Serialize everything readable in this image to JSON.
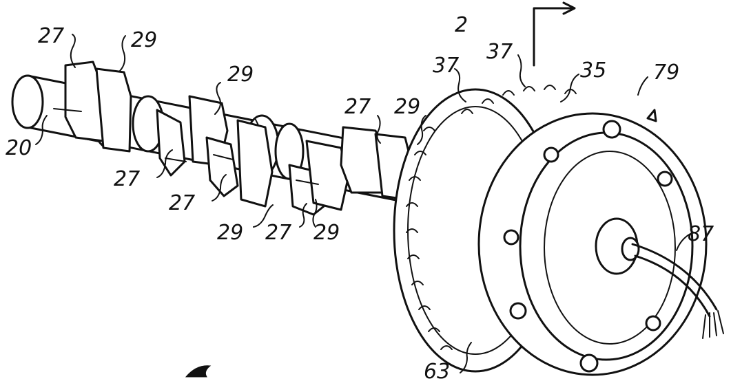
{
  "figure": {
    "labels": {
      "section_arrow": "2",
      "shaft": "20",
      "lobe_a1": "27",
      "lobe_b1": "29",
      "lobe_b2": "29",
      "lobe_a2": "27",
      "lobe_a3": "27",
      "lobe_b3": "29",
      "lobe_a4": "27",
      "lobe_b4": "29",
      "lobe_a5": "27",
      "lobe_b5": "29",
      "tooth_a": "37",
      "tooth_b": "37",
      "target_wheel": "35",
      "sensor_assembly": "79",
      "housing": "63",
      "cable": "87"
    }
  }
}
